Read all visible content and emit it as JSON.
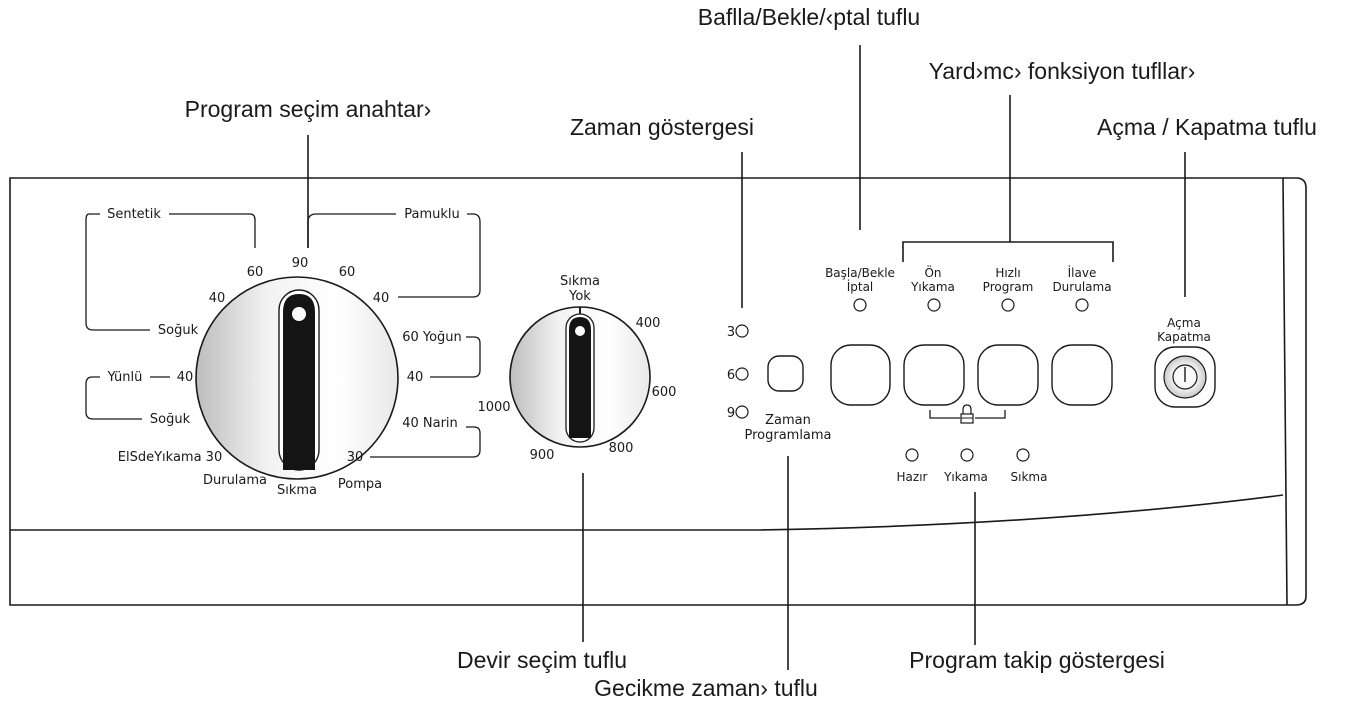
{
  "callouts": {
    "start_pause_cancel": "Baflla/Bekle/‹ptal tuflu",
    "aux_function_buttons": "Yard›mc› fonksiyon tufllar›",
    "program_selector": "Program seçim anahtar›",
    "time_indicator": "Zaman göstergesi",
    "on_off_button": "Açma / Kapatma tuflu",
    "spin_selector": "Devir seçim tuflu",
    "delay_timer_button": "Gecikme zaman› tuflu",
    "program_tracking": "Program takip göstergesi"
  },
  "program_dial": {
    "synthetic": "Sentetik",
    "synthetic_60": "60",
    "top_90": "90",
    "top_60": "60",
    "cotton": "Pamuklu",
    "left_40": "40",
    "right_40": "40",
    "soguk_1": "Soğuk",
    "intensive_60": "60 Yoğun",
    "wool": "Yünlü",
    "wool_40": "40",
    "right_40b": "40",
    "soguk_2": "Soğuk",
    "delicate": "40  Narin",
    "handwash": "ElSdeYıkama 30",
    "right_30": "30",
    "rinse": "Durulama",
    "spin": "Sıkma",
    "pump": "Pompa"
  },
  "spin_dial": {
    "no_spin_line1": "Sıkma",
    "no_spin_line2": "Yok",
    "s400": "400",
    "s600": "600",
    "s800": "800",
    "s900": "900",
    "s1000": "1000"
  },
  "time_indicator": {
    "h3": "3",
    "h6": "6",
    "h9": "9"
  },
  "delay_button_label": {
    "line1": "Zaman",
    "line2": "Programlama"
  },
  "buttons": {
    "start": {
      "line1": "Başla/Bekle",
      "line2": "İptal"
    },
    "prewash": {
      "line1": "Ön",
      "line2": "Yıkama"
    },
    "quick": {
      "line1": "Hızlı",
      "line2": "Program"
    },
    "extra_rinse": {
      "line1": "İlave",
      "line2": "Durulama"
    },
    "power": {
      "line1": "Açma",
      "line2": "Kapatma"
    }
  },
  "status_leds": {
    "ready": "Hazır",
    "wash": "Yıkama",
    "spin": "Sıkma"
  }
}
